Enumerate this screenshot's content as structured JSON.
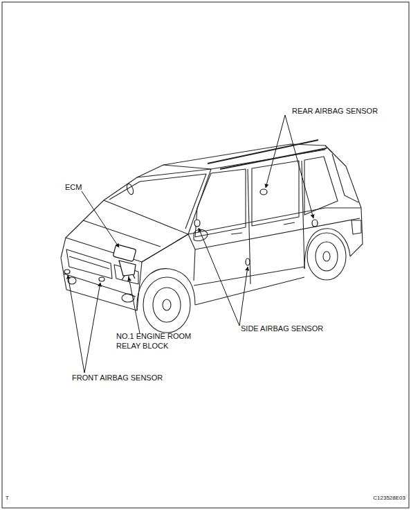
{
  "diagram": {
    "labels": [
      "REAR AIRBAG SENSOR",
      "ECM",
      "NO.1 ENGINE ROOM RELAY BLOCK",
      "SIDE AIRBAG SENSOR",
      "FRONT AIRBAG SENSOR",
      "T",
      "C123528E03"
    ]
  }
}
